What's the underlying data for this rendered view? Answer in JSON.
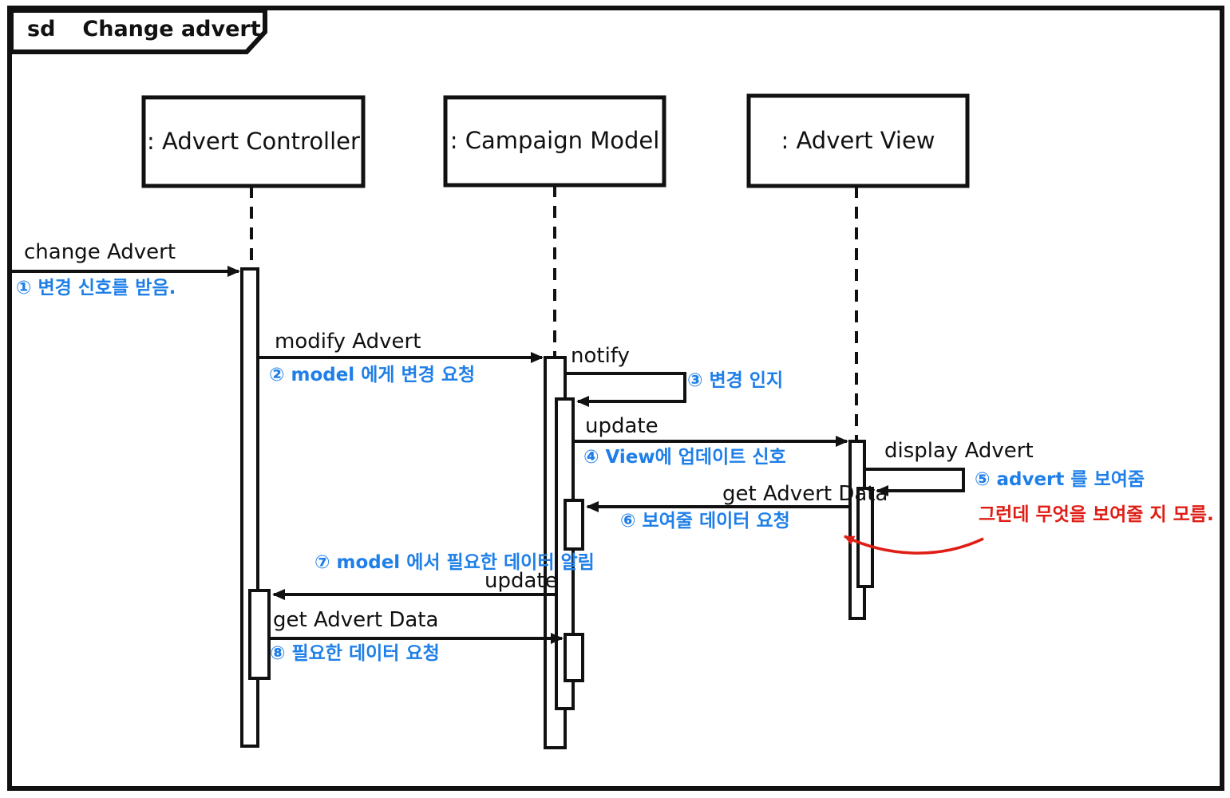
{
  "diagram": {
    "frame_keyword": "sd",
    "frame_title": "Change advert",
    "lifelines": [
      {
        "label": ": Advert Controller"
      },
      {
        "label": ": Campaign Model"
      },
      {
        "label": ": Advert View"
      }
    ],
    "messages": [
      {
        "num": 1,
        "label": "change Advert",
        "note": "① 변경 신호를 받음."
      },
      {
        "num": 2,
        "label": "modify Advert",
        "note": "② model 에게 변경 요청"
      },
      {
        "num": 3,
        "label": "notify",
        "note": "③ 변경 인지"
      },
      {
        "num": 4,
        "label": "update",
        "note": "④ View에 업데이트 신호"
      },
      {
        "num": 5,
        "label": "display Advert",
        "note": "⑤ advert 를 보여줌"
      },
      {
        "num": 6,
        "label": "get Advert Data",
        "note": "⑥ 보여줄 데이터 요청"
      },
      {
        "num": 7,
        "label": "update",
        "note": "⑦ model 에서 필요한 데이터 알림"
      },
      {
        "num": 8,
        "label": "get Advert Data",
        "note": "⑧ 필요한 데이터 요청"
      }
    ],
    "annotation": {
      "text": "그런데 무엇을 보여줄 지 모름."
    },
    "colors": {
      "ink": "#111111",
      "note_blue": "#1f7fe8",
      "annotation_red": "#df1d14",
      "background": "#ffffff"
    }
  }
}
